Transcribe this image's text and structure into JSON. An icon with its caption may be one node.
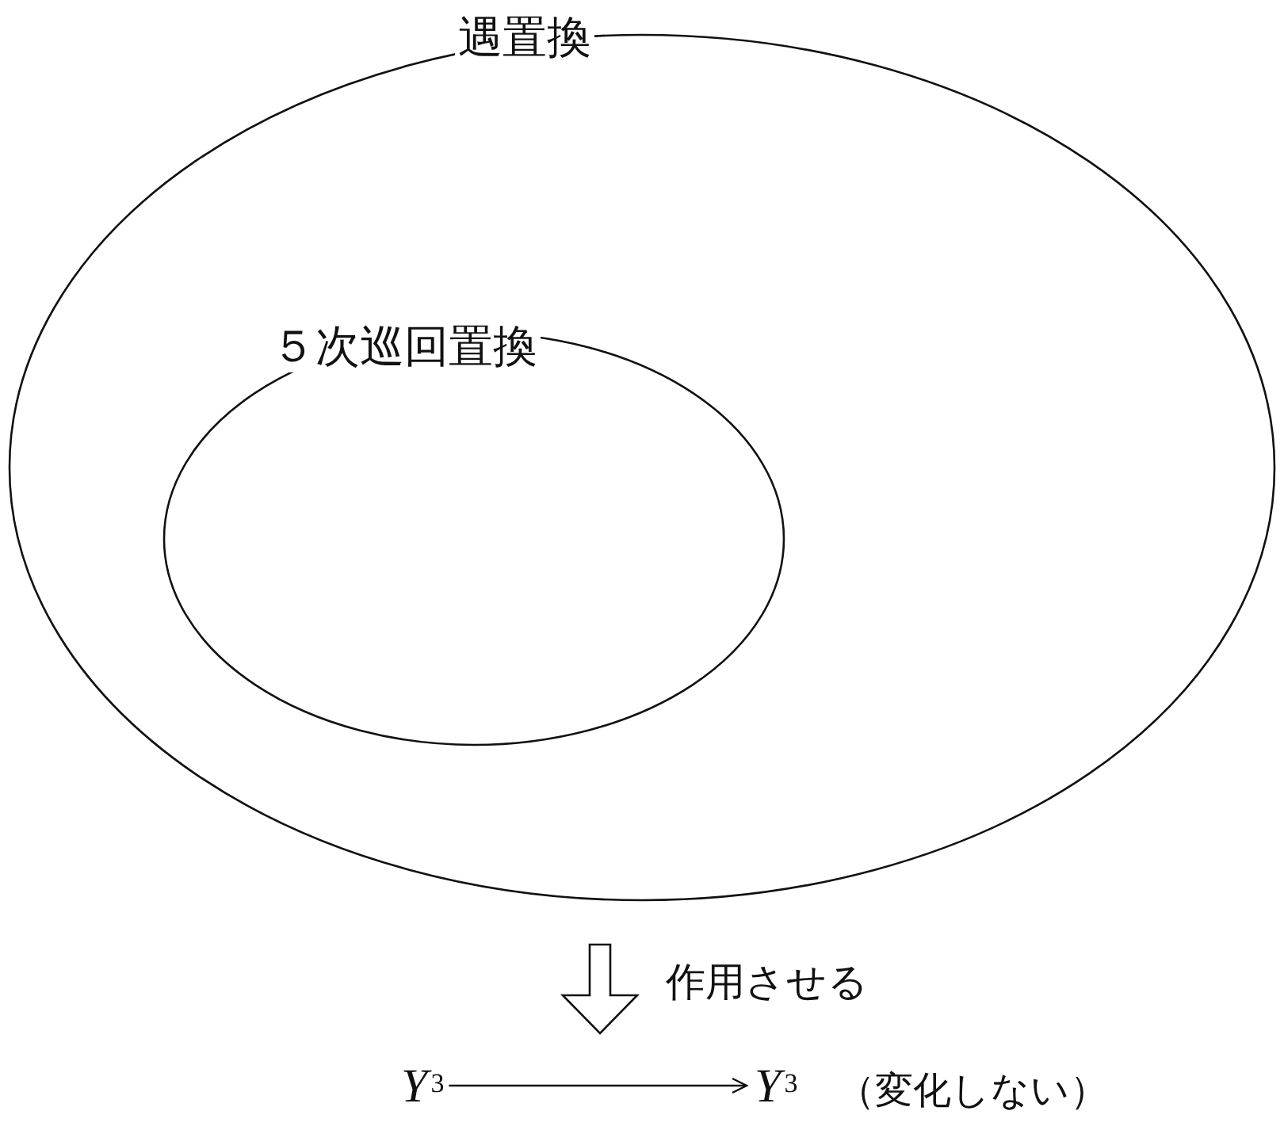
{
  "diagram": {
    "nodes": [
      {
        "text": [
          "遇置換"
        ]
      },
      {
        "text": [
          "５次巡回置換"
        ],
        "in": 0
      },
      {
        "text": [
          "*Y*$^{3}$"
        ]
      },
      {
        "text": [
          "*Y*$^{3}$"
        ],
        "beside": [
          "（変化しない）"
        ]
      }
    ],
    "edges": [
      {
        "from": 2,
        "to": 3,
        "arrow": "to"
      }
    ],
    "labels": [
      "作用させる"
    ]
  }
}
